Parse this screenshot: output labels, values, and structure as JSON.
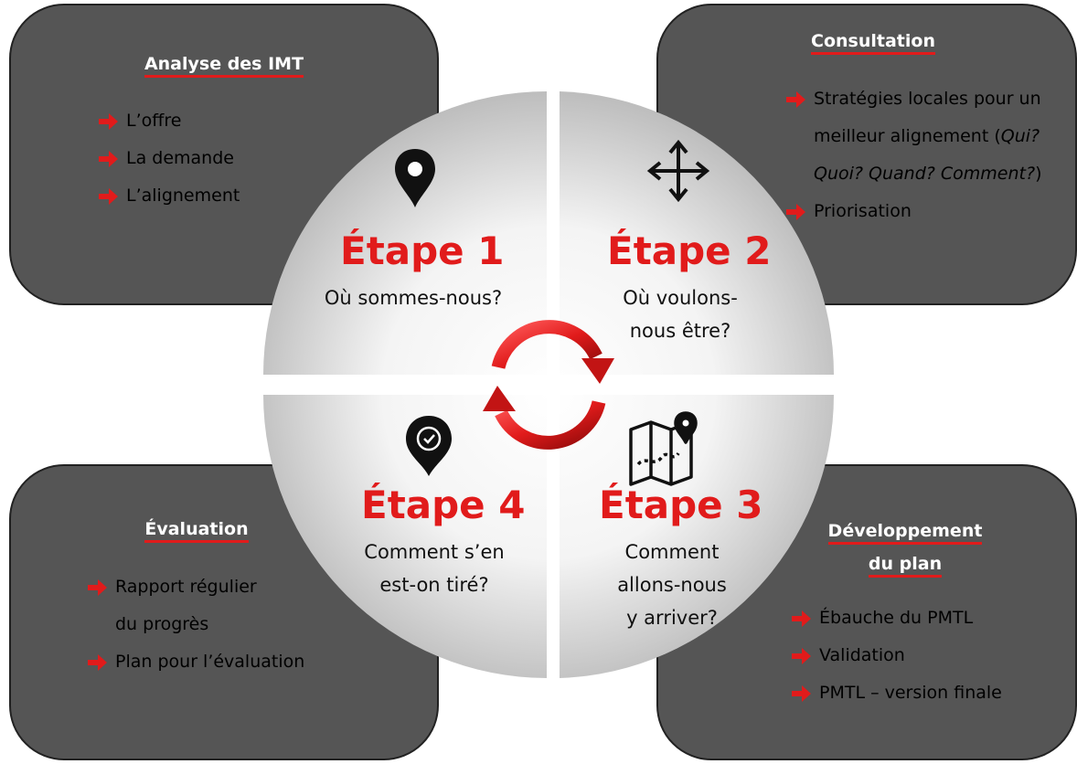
{
  "colors": {
    "accent": "#e11b1b",
    "box_bg": "#555555",
    "text_dark": "#111111"
  },
  "analyse": {
    "title": "Analyse des IMT",
    "items": [
      "L’offre",
      "La demande",
      "L’alignement"
    ]
  },
  "consultation": {
    "title": "Consultation",
    "item1_line1": "Stratégies locales pour un",
    "item1_line2_plain": "meilleur alignement (",
    "item1_line2_italic": "Qui?",
    "item1_line3_italic": "Quoi? Quand? Comment?",
    "item1_line3_plain": ")",
    "item2": "Priorisation"
  },
  "evaluation": {
    "title": "Évaluation",
    "item1_line1": "Rapport régulier",
    "item1_line2": "du progrès",
    "item2": "Plan pour l’évaluation"
  },
  "developpement": {
    "title_line1": "Développement",
    "title_line2": "du plan",
    "items": [
      "Ébauche du PMTL",
      "Validation",
      "PMTL – version finale"
    ]
  },
  "steps": [
    {
      "title": "Étape 1",
      "question_line1": "Où sommes-nous?",
      "question_line2": "",
      "icon": "location-pin-icon"
    },
    {
      "title": "Étape 2",
      "question_line1": "Où voulons-",
      "question_line2": "nous être?",
      "icon": "move-arrows-icon"
    },
    {
      "title": "Étape 3",
      "question_line1": "Comment",
      "question_line2": "allons-nous",
      "question_line3": "y arriver?",
      "icon": "map-icon"
    },
    {
      "title": "Étape 4",
      "question_line1": "Comment s’en",
      "question_line2": "est-on tiré?",
      "icon": "location-check-icon"
    }
  ],
  "center_icon": "cycle-arrows-icon"
}
